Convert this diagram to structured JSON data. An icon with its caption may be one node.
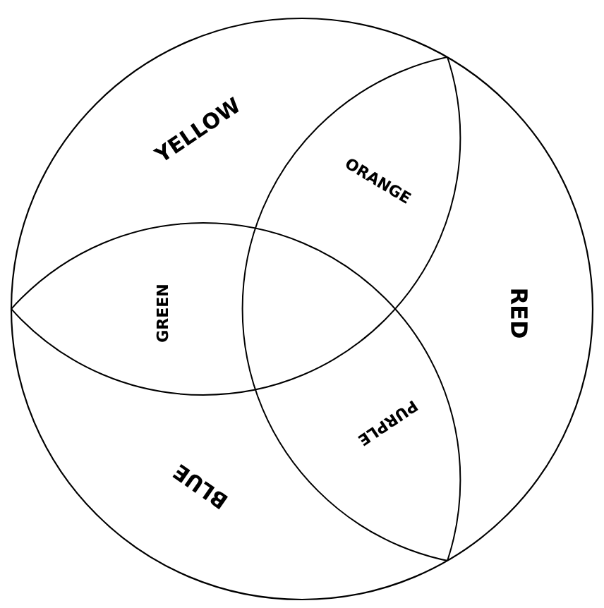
{
  "diagram": {
    "labels": [
      "YELLOW",
      "ORANGE",
      "RED",
      "GREEN",
      "PURPLE",
      "BLUE"
    ]
  }
}
